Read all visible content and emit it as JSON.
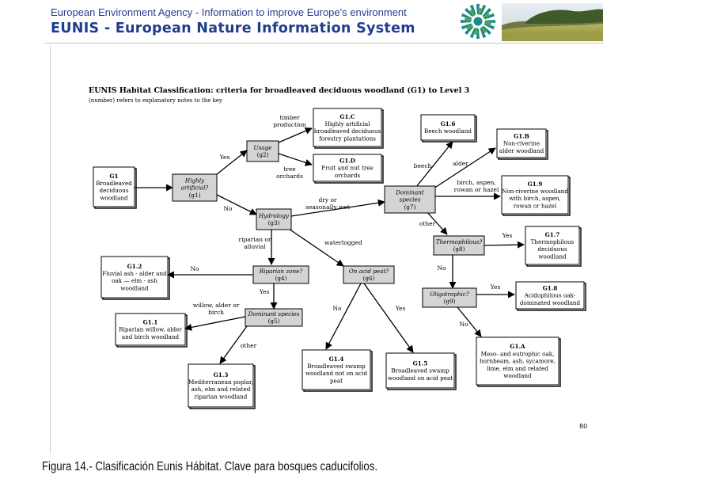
{
  "header": {
    "agency": "European Environment Agency - Information to improve Europe's environment",
    "system": "EUNIS - European Nature Information System"
  },
  "figure": {
    "title": "EUNIS Habitat Classification: criteria for broadleaved deciduous woodland (G1) to Level 3",
    "note": "(number) refers to explanatory notes to the key",
    "page_number": "80",
    "caption": "Figura 14.- Clasificación Eunis Hábitat. Clave para bosques caducifolios."
  },
  "nodes": {
    "g1_root": {
      "lines": [
        "G1",
        "Broadleaved",
        "deciduous",
        "woodland"
      ]
    },
    "q_g1": {
      "lines": [
        "Highly",
        "artificial?",
        "(g1)"
      ]
    },
    "q_g2": {
      "lines": [
        "Usage",
        "(g2)"
      ]
    },
    "g1c": {
      "lines": [
        "G1.C",
        "Highly artificial",
        "broadleaved deciduous",
        "forestry plantations"
      ]
    },
    "g1d": {
      "lines": [
        "G1.D",
        "Fruit and nut tree",
        "orchards"
      ]
    },
    "q_g3": {
      "lines": [
        "Hydrology",
        "(g3)"
      ]
    },
    "q_g7": {
      "lines": [
        "Dominant",
        "species",
        "(g7)"
      ]
    },
    "g16": {
      "lines": [
        "G1.6",
        "Beech woodland"
      ]
    },
    "g1b": {
      "lines": [
        "G1.B",
        "Non-riverine",
        "alder woodland"
      ]
    },
    "g19": {
      "lines": [
        "G1.9",
        "Non-riverine woodland",
        "with birch, aspen,",
        "rowan or hazel"
      ]
    },
    "q_g8": {
      "lines": [
        "Thermophilous?",
        "(g8)"
      ]
    },
    "g17": {
      "lines": [
        "G1.7",
        "Thermophilous",
        "deciduous",
        "woodland"
      ]
    },
    "q_g9": {
      "lines": [
        "Oligotrophic?",
        "(g9)"
      ]
    },
    "g18": {
      "lines": [
        "G1.8",
        "Acidophilous oak-",
        "dominated woodland"
      ]
    },
    "g1a": {
      "lines": [
        "G1.A",
        "Meso- and eutrophic oak,",
        "hornbeam, ash, sycamore,",
        "lime, elm and related",
        "woodland"
      ]
    },
    "g12": {
      "lines": [
        "G1.2",
        "Fluvial ash - alder and",
        "oak — elm - ash",
        "woodland"
      ]
    },
    "q_g4": {
      "lines": [
        "Riparian zone?",
        "(g4)"
      ]
    },
    "q_g6": {
      "lines": [
        "On acid peat?",
        "(g6)"
      ]
    },
    "q_g5": {
      "lines": [
        "Dominant species",
        "(g5)"
      ]
    },
    "g11": {
      "lines": [
        "G1.1",
        "Riparian willow, alder",
        "and birch woodland"
      ]
    },
    "g13": {
      "lines": [
        "G1.3",
        "Mediterranean poplar,",
        "ash, elm and related",
        "riparian woodland"
      ]
    },
    "g14": {
      "lines": [
        "G1.4",
        "Broadleaved swamp",
        "woodland not on acid",
        "peat"
      ]
    },
    "g15": {
      "lines": [
        "G1.5",
        "Broadleaved swamp",
        "woodland on acid peat"
      ]
    }
  },
  "edges": {
    "g1_yes": [
      "Yes"
    ],
    "g1_no": [
      "No"
    ],
    "g2_timber": [
      "timber",
      "production"
    ],
    "g2_orchards": [
      "tree",
      "orchards"
    ],
    "g3_dry": [
      "dry or",
      "seasonally wet"
    ],
    "g3_riparian": [
      "riparian or",
      "alluvial"
    ],
    "g3_waterlogged": [
      "waterlogged"
    ],
    "g7_beech": [
      "beech"
    ],
    "g7_alder": [
      "alder"
    ],
    "g7_birch": [
      "birch, aspen,",
      "rowan or hazel"
    ],
    "g7_other": [
      "other"
    ],
    "g8_yes": [
      "Yes"
    ],
    "g8_no": [
      "No"
    ],
    "g9_yes": [
      "Yes"
    ],
    "g9_no": [
      "No"
    ],
    "g4_no": [
      "No"
    ],
    "g4_yes": [
      "Yes"
    ],
    "g5_willow": [
      "willow, alder or",
      "birch"
    ],
    "g5_other": [
      "other"
    ],
    "g6_no": [
      "No"
    ],
    "g6_yes": [
      "Yes"
    ]
  },
  "colors": {
    "decision_fill": "#d4d4d4",
    "leaf_fill": "#ffffff",
    "banner_blue": "#1f3d8f"
  }
}
